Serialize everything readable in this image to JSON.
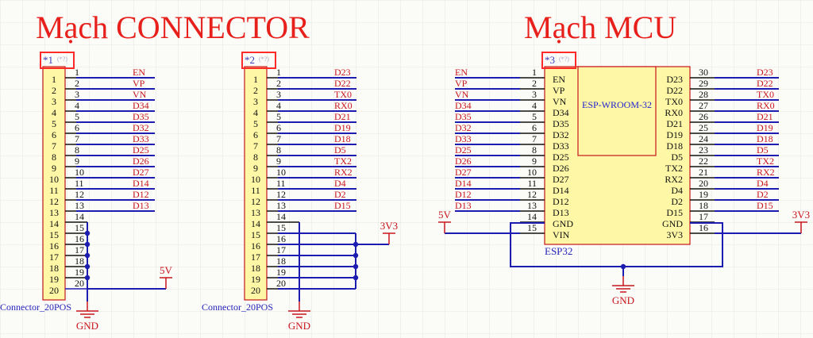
{
  "titles": {
    "connector": "Mạch CONNECTOR",
    "mcu": "Mạch MCU"
  },
  "colors": {
    "wire": "#1c1cb0",
    "net": "#c8161d",
    "body": "#fdf7a6",
    "body_border": "#c8161d",
    "highlight": "#ff2a2a",
    "pin": "#111111"
  },
  "connector1": {
    "designator": "*1",
    "designator_suffix": "(*?)",
    "part": "Connector_20POS",
    "pins": [
      "1",
      "2",
      "3",
      "4",
      "5",
      "6",
      "7",
      "8",
      "9",
      "10",
      "11",
      "12",
      "13",
      "14",
      "15",
      "16",
      "17",
      "18",
      "19",
      "20"
    ],
    "nets": [
      "EN",
      "VP",
      "VN",
      "D34",
      "D35",
      "D32",
      "D33",
      "D25",
      "D26",
      "D27",
      "D14",
      "D12",
      "D13"
    ],
    "power": "5V",
    "ground": "GND"
  },
  "connector2": {
    "designator": "*2",
    "designator_suffix": "(*?)",
    "part": "Connector_20POS",
    "pins": [
      "1",
      "2",
      "3",
      "4",
      "5",
      "6",
      "7",
      "8",
      "9",
      "10",
      "11",
      "12",
      "13",
      "14",
      "15",
      "16",
      "17",
      "18",
      "19",
      "20"
    ],
    "nets": [
      "D23",
      "D22",
      "TX0",
      "RX0",
      "D21",
      "D19",
      "D18",
      "D5",
      "TX2",
      "RX2",
      "D4",
      "D2",
      "D15"
    ],
    "power": "3V3",
    "ground": "GND"
  },
  "mcu": {
    "designator": "*3",
    "designator_suffix": "(*?)",
    "part": "ESP32",
    "module": "ESP-WROOM-32",
    "left_pins": [
      {
        "num": "1",
        "name": "EN",
        "net": "EN"
      },
      {
        "num": "2",
        "name": "VP",
        "net": "VP"
      },
      {
        "num": "3",
        "name": "VN",
        "net": "VN"
      },
      {
        "num": "4",
        "name": "D34",
        "net": "D34"
      },
      {
        "num": "5",
        "name": "D35",
        "net": "D35"
      },
      {
        "num": "6",
        "name": "D32",
        "net": "D32"
      },
      {
        "num": "7",
        "name": "D33",
        "net": "D33"
      },
      {
        "num": "8",
        "name": "D25",
        "net": "D25"
      },
      {
        "num": "9",
        "name": "D26",
        "net": "D26"
      },
      {
        "num": "10",
        "name": "D27",
        "net": "D27"
      },
      {
        "num": "11",
        "name": "D14",
        "net": "D14"
      },
      {
        "num": "12",
        "name": "D12",
        "net": "D12"
      },
      {
        "num": "13",
        "name": "D13",
        "net": "D13"
      },
      {
        "num": "14",
        "name": "GND",
        "net": ""
      },
      {
        "num": "15",
        "name": "VIN",
        "net": ""
      }
    ],
    "right_pins": [
      {
        "num": "30",
        "name": "D23",
        "net": "D23"
      },
      {
        "num": "29",
        "name": "D22",
        "net": "D22"
      },
      {
        "num": "28",
        "name": "TX0",
        "net": "TX0"
      },
      {
        "num": "27",
        "name": "RX0",
        "net": "RX0"
      },
      {
        "num": "26",
        "name": "D21",
        "net": "D21"
      },
      {
        "num": "25",
        "name": "D19",
        "net": "D19"
      },
      {
        "num": "24",
        "name": "D18",
        "net": "D18"
      },
      {
        "num": "23",
        "name": "D5",
        "net": "D5"
      },
      {
        "num": "22",
        "name": "TX2",
        "net": "TX2"
      },
      {
        "num": "21",
        "name": "RX2",
        "net": "RX2"
      },
      {
        "num": "20",
        "name": "D4",
        "net": "D4"
      },
      {
        "num": "19",
        "name": "D2",
        "net": "D2"
      },
      {
        "num": "18",
        "name": "D15",
        "net": "D15"
      },
      {
        "num": "17",
        "name": "GND",
        "net": ""
      },
      {
        "num": "16",
        "name": "3V3",
        "net": ""
      }
    ],
    "power_left": "5V",
    "power_right": "3V3",
    "ground": "GND"
  }
}
